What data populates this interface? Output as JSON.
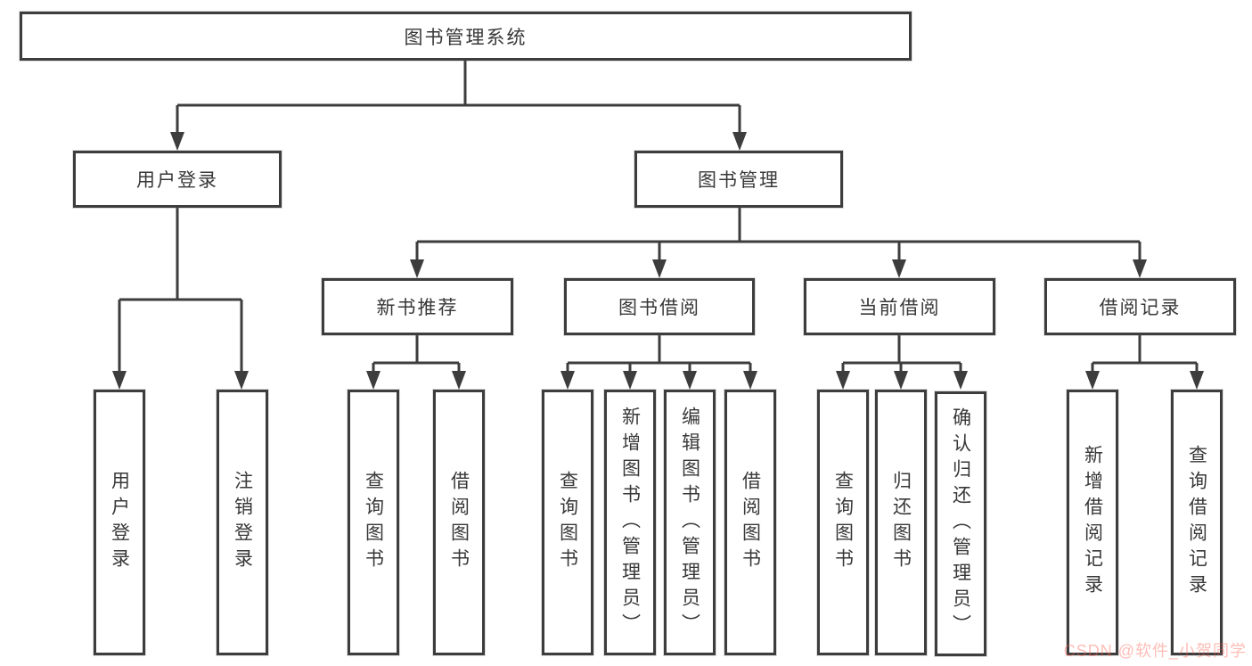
{
  "palette": {
    "line": "#3d3d3d",
    "box_border": "#3d3d3d",
    "box_bg": "#ffffff",
    "text": "#383838",
    "watermark": "#fc6151"
  },
  "watermark": {
    "text": "CSDN @软件_小贺同学"
  },
  "tree": {
    "root": {
      "label": "图书管理系统"
    },
    "user": {
      "label": "用户登录",
      "children": [
        {
          "label": "用户登录"
        },
        {
          "label": "注销登录"
        }
      ]
    },
    "book": {
      "label": "图书管理",
      "groups": [
        {
          "label": "新书推荐",
          "children": [
            {
              "label": "查询图书"
            },
            {
              "label": "借阅图书"
            }
          ]
        },
        {
          "label": "图书借阅",
          "children": [
            {
              "label": "查询图书"
            },
            {
              "label": "新增图书（管理员）"
            },
            {
              "label": "编辑图书（管理员）"
            },
            {
              "label": "借阅图书"
            }
          ]
        },
        {
          "label": "当前借阅",
          "children": [
            {
              "label": "查询图书"
            },
            {
              "label": "归还图书"
            },
            {
              "label": "确认归还（管理员）"
            }
          ]
        },
        {
          "label": "借阅记录",
          "children": [
            {
              "label": "新增借阅记录"
            },
            {
              "label": "查询借阅记录"
            }
          ]
        }
      ]
    }
  }
}
